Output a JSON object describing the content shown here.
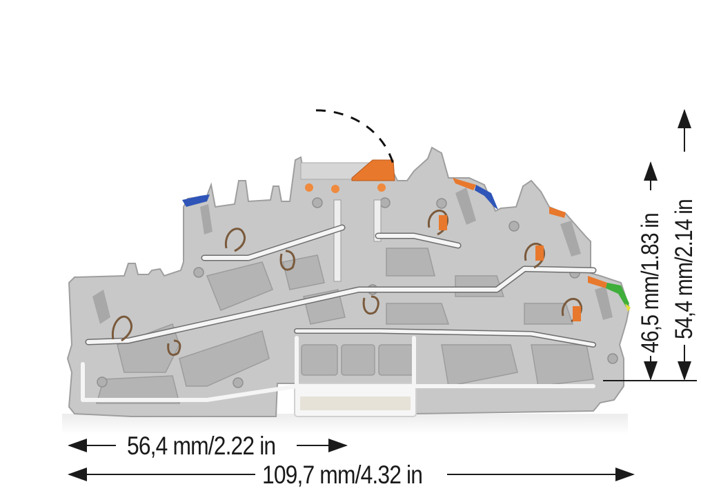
{
  "figure": {
    "title": "Terminal block dimensional drawing (side view)",
    "colors": {
      "housing": "#c9c9c9",
      "housing_dark": "#a9a9a9",
      "busbar": "#f4f4f4",
      "spring": "#7a5a3c",
      "actuator_orange": "#e8782c",
      "marker_blue": "#2f55b8",
      "marker_green": "#3fae3a",
      "marker_yellow": "#e6e03a",
      "dimension_line": "#1a1a1a",
      "background": "#ffffff"
    },
    "pivot_arc": "dashed-swing-arc"
  },
  "dimensions": {
    "width_partial": {
      "text": "56,4 mm/2.22 in",
      "mm": 56.4,
      "in": 2.22
    },
    "width_total": {
      "text": "109,7 mm/4.32 in",
      "mm": 109.7,
      "in": 4.32
    },
    "height_partial": {
      "text": "46,5 mm/1.83 in",
      "mm": 46.5,
      "in": 1.83
    },
    "height_total": {
      "text": "54,4 mm/2.14 in",
      "mm": 54.4,
      "in": 2.14
    }
  },
  "levels": [
    {
      "name": "lower",
      "marker_color": "none"
    },
    {
      "name": "middle-left",
      "marker_color": "blue"
    },
    {
      "name": "top-center",
      "marker_color": "orange-actuator"
    },
    {
      "name": "right-upper",
      "marker_color": "blue"
    },
    {
      "name": "right-middle",
      "marker_color": "orange"
    },
    {
      "name": "right-lower",
      "marker_color": "green-yellow"
    }
  ]
}
